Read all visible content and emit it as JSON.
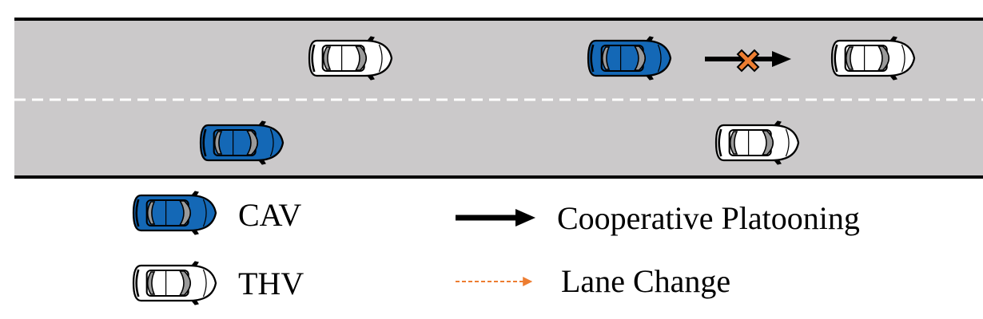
{
  "colors": {
    "road": "#cbc9ca",
    "road_edge": "#000000",
    "lane_marking": "#ffffff",
    "cav_body": "#1468b6",
    "thv_body": "#ffffff",
    "car_outline": "#000000",
    "lane_change": "#ed7d31",
    "platoon_arrow": "#000000",
    "blocked_mark": "#ed7d31"
  },
  "road": {
    "lanes": 2,
    "lane_divider": "dashed"
  },
  "vehicles": [
    {
      "id": "thv-upper-left",
      "type": "THV",
      "lane": 1,
      "heading": "right"
    },
    {
      "id": "cav-upper",
      "type": "CAV",
      "lane": 1,
      "heading": "right"
    },
    {
      "id": "thv-upper-right",
      "type": "THV",
      "lane": 1,
      "heading": "right"
    },
    {
      "id": "cav-lower",
      "type": "CAV",
      "lane": 2,
      "heading": "right"
    },
    {
      "id": "thv-lower",
      "type": "THV",
      "lane": 2,
      "heading": "right"
    }
  ],
  "interactions": [
    {
      "from": "cav-upper",
      "to": "thv-upper-right",
      "kind": "cooperative-platooning",
      "blocked": true
    }
  ],
  "legend": {
    "cav_label": "CAV",
    "thv_label": "THV",
    "platooning_label": "Cooperative Platooning",
    "lane_change_label": "Lane Change"
  }
}
